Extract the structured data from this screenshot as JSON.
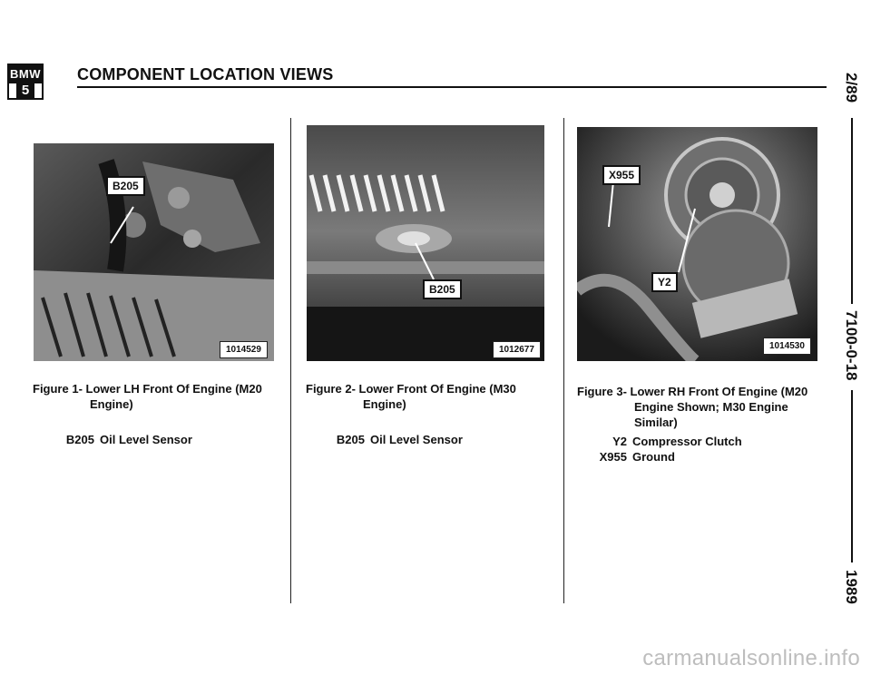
{
  "header": {
    "logo_top": "BMW",
    "logo_bottom": "5",
    "title": "COMPONENT LOCATION VIEWS"
  },
  "figures": [
    {
      "photo_number": "1014529",
      "callouts": [
        "B205"
      ],
      "caption_num": "Figure 1-",
      "caption_line1": "Lower LH Front Of Engine (M20",
      "caption_line2": "Engine)",
      "legend": [
        {
          "code": "B205",
          "text": "Oil Level Sensor"
        }
      ]
    },
    {
      "photo_number": "1012677",
      "callouts": [
        "B205"
      ],
      "caption_num": "Figure 2-",
      "caption_line1": "Lower Front Of Engine (M30",
      "caption_line2": "Engine)",
      "legend": [
        {
          "code": "B205",
          "text": "Oil Level Sensor"
        }
      ]
    },
    {
      "photo_number": "1014530",
      "callouts": [
        "X955",
        "Y2"
      ],
      "caption_num": "Figure 3-",
      "caption_line1": "Lower RH Front Of Engine (M20",
      "caption_line2": "Engine Shown; M30 Engine",
      "caption_line3": "Similar)",
      "legend": [
        {
          "code": "Y2",
          "text": "Compressor Clutch"
        },
        {
          "code": "X955",
          "text": "Ground"
        }
      ]
    }
  ],
  "side": {
    "date": "2/89",
    "doc_number": "7100-0-18",
    "year": "1989"
  },
  "watermark": "carmanualsonline.info"
}
